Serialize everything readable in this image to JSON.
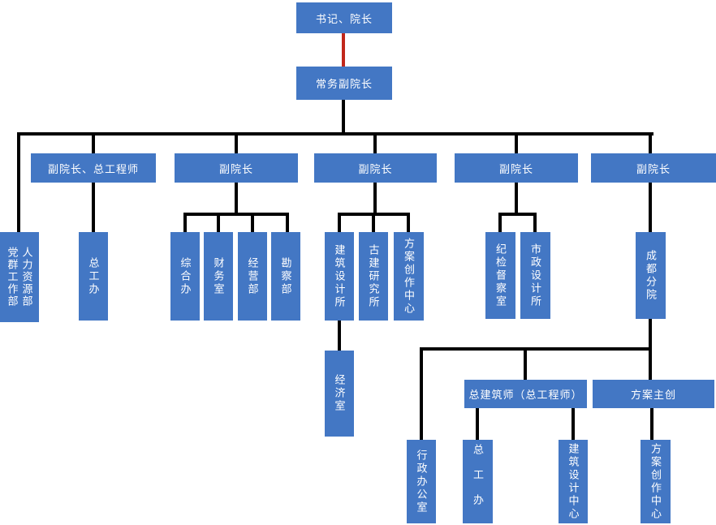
{
  "diagram": {
    "type": "org-chart",
    "colors": {
      "node_fill": "#4377C4",
      "node_text": "#ffffff",
      "connector": "#000000",
      "special_connector": "#C1271B"
    },
    "nodes": {
      "president": "书记、院长",
      "executive_vp": "常务副院长",
      "vp_chief_engineer": "副院长、总工程师",
      "vp_2": "副院长",
      "vp_3": "副院长",
      "vp_4": "副院长",
      "vp_5": "副院长",
      "party_mass_dept": "党群工作部",
      "hr_dept": "人力资源部",
      "chief_eng_office": "总工办",
      "general_office": "综合办",
      "finance_office": "财务室",
      "operations_dept": "经营部",
      "survey_dept": "勘察部",
      "arch_design_institute": "建筑设计所",
      "ancient_arch_institute": "古建研究所",
      "scheme_creation_center": "方案创作中心",
      "discipline_inspection_office": "纪检督察室",
      "municipal_design_institute": "市政设计所",
      "chengdu_branch": "成都分院",
      "economy_office": "经济室",
      "chief_architect": "总建筑师（总工程师）",
      "scheme_lead": "方案主创",
      "admin_office": "行政办公室",
      "chief_eng_office_2": "总工办",
      "arch_design_center": "建筑设计中心",
      "scheme_creation_center_2": "方案创作中心"
    }
  }
}
